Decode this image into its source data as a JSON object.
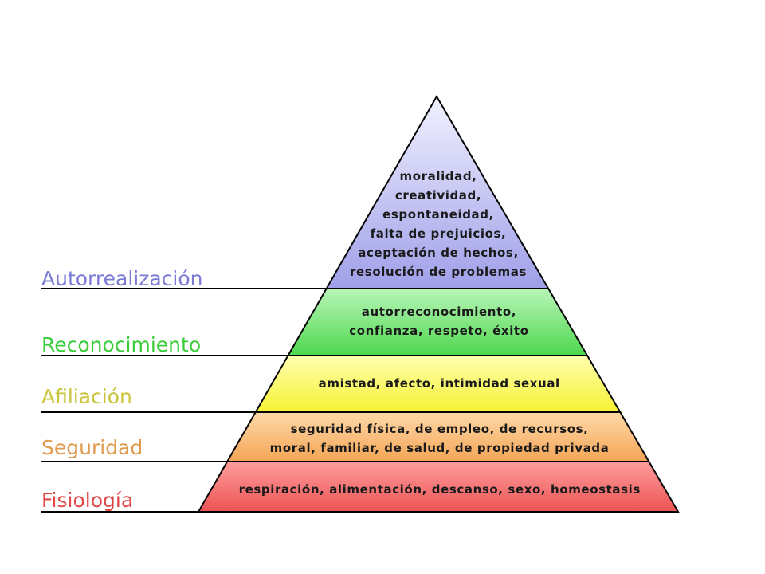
{
  "pyramid": {
    "levels": [
      {
        "id": "self-actualization",
        "name": "Autorrealización",
        "color": "#7b7bd6",
        "fill_gradient": [
          "#f1f1ff",
          "#9f9fe9"
        ],
        "description": [
          "moralidad,",
          "creatividad,",
          "espontaneidad,",
          "falta de prejuicios,",
          "aceptación de hechos,",
          "resolución de problemas"
        ]
      },
      {
        "id": "esteem",
        "name": "Reconocimiento",
        "color": "#3ccd3c",
        "fill_gradient": [
          "#b8f5b8",
          "#4ed84e"
        ],
        "description": [
          "autorreconocimiento,",
          "confianza, respeto, éxito"
        ]
      },
      {
        "id": "love-belonging",
        "name": "Afiliación",
        "color": "#c9c43a",
        "fill_gradient": [
          "#ffffb0",
          "#f6f232"
        ],
        "description": [
          "amistad, afecto, intimidad sexual"
        ]
      },
      {
        "id": "safety",
        "name": "Seguridad",
        "color": "#e09a4e",
        "fill_gradient": [
          "#ffd9a8",
          "#f4a556"
        ],
        "description": [
          "seguridad física, de empleo, de recursos,",
          "moral, familiar, de salud, de propiedad privada"
        ]
      },
      {
        "id": "physiological",
        "name": "Fisiología",
        "color": "#e04646",
        "fill_gradient": [
          "#ff9c9c",
          "#ec5454"
        ],
        "description": [
          "respiración, alimentación, descanso, sexo, homeostasis"
        ]
      }
    ]
  }
}
